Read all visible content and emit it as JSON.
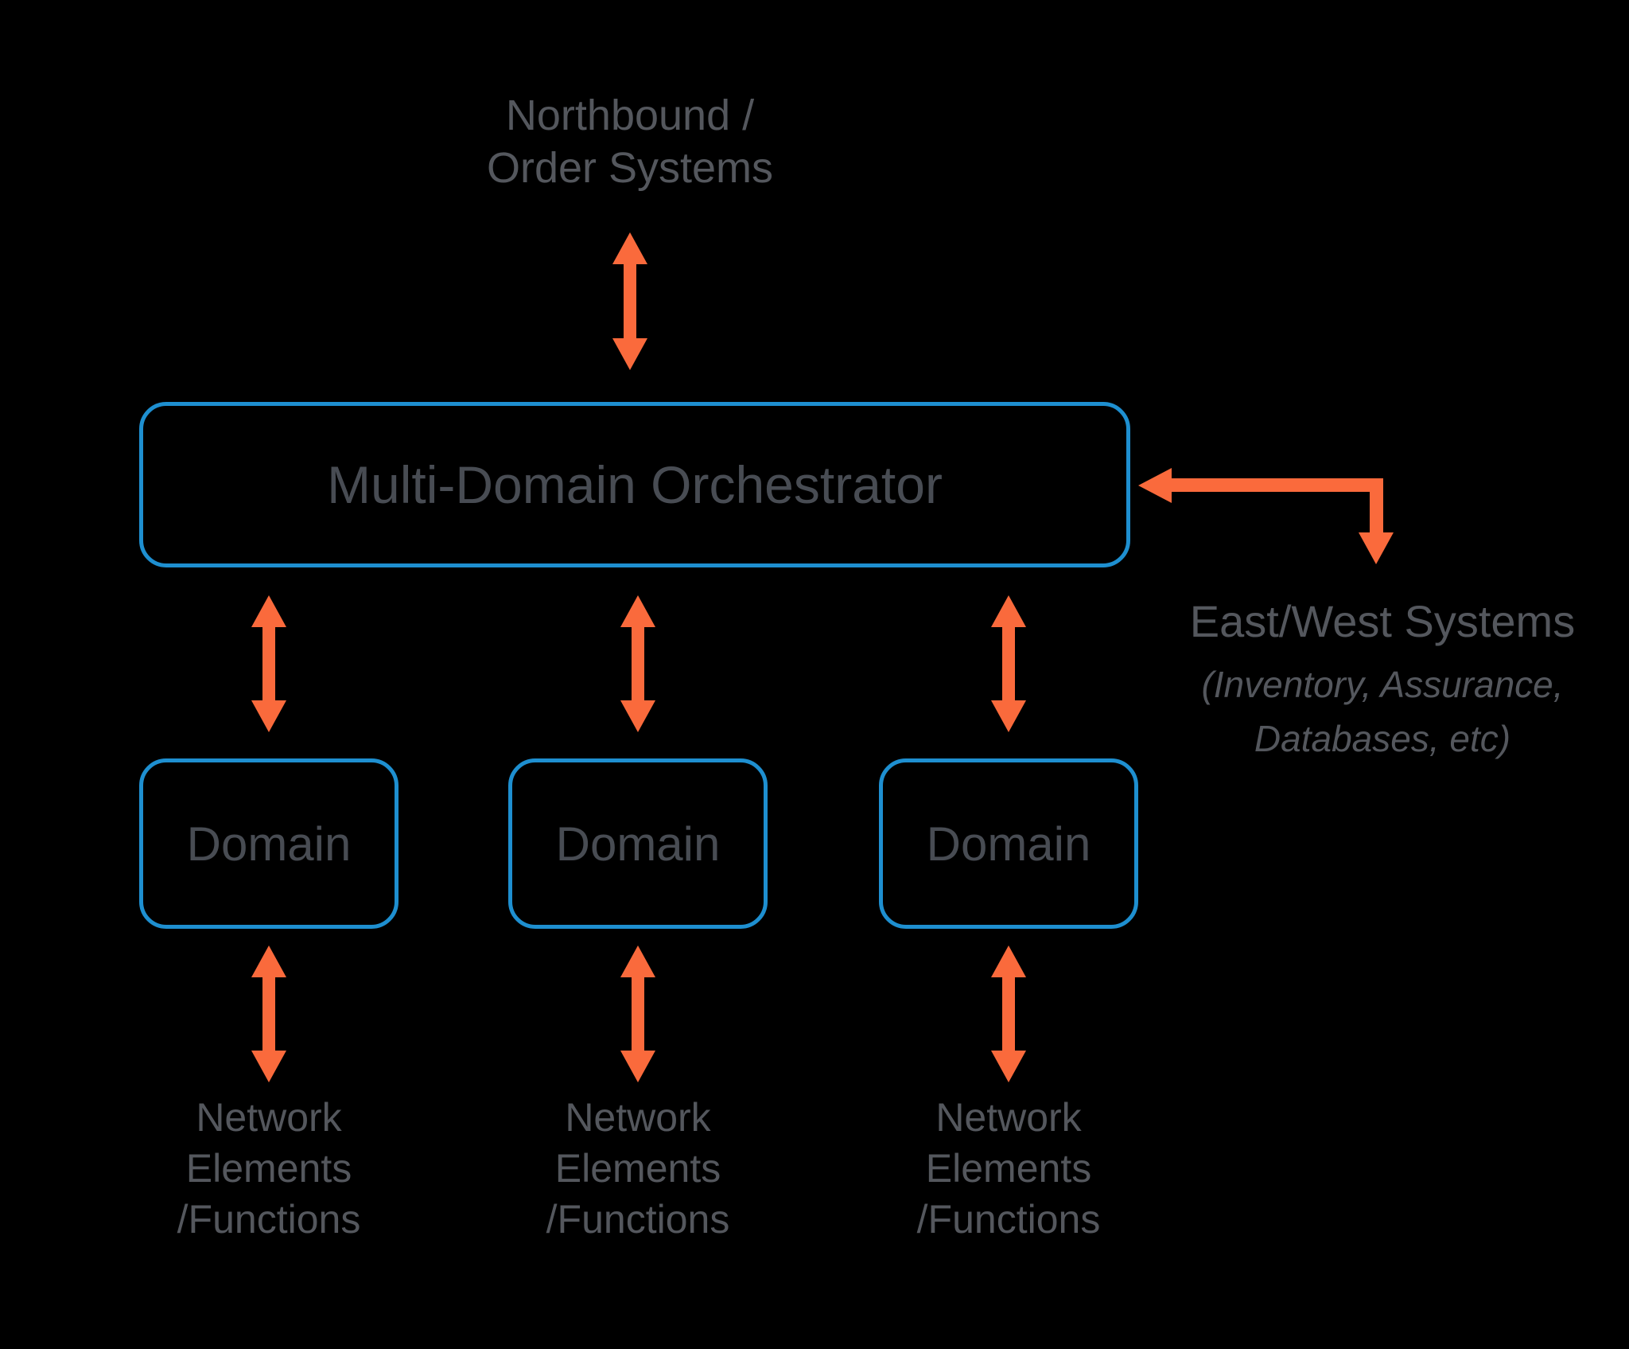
{
  "colors": {
    "background": "#000000",
    "accent_orange": "#fa6a3c",
    "accent_blue": "#1e8fd0",
    "label_gray": "#54575d",
    "box_text_gray": "#484c53"
  },
  "labels": {
    "northbound": "Northbound /\nOrder Systems",
    "orchestrator": "Multi-Domain Orchestrator",
    "domains": [
      "Domain",
      "Domain",
      "Domain"
    ],
    "network_elements": [
      "Network\nElements\n/Functions",
      "Network\nElements\n/Functions",
      "Network\nElements\n/Functions"
    ],
    "eastwest_title": "East/West Systems",
    "eastwest_subtitle": "(Inventory, Assurance,\nDatabases, etc)"
  }
}
